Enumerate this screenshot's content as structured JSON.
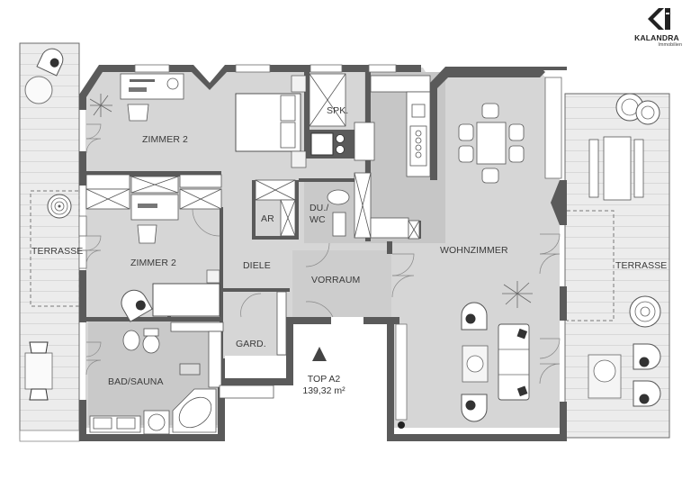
{
  "brand": {
    "name": "KALANDRA",
    "subtitle": "Immobilien"
  },
  "unit": {
    "name": "TOP A2",
    "area": "139,32 m²"
  },
  "rooms": {
    "zimmer_top": "ZIMMER 2",
    "zimmer_mid": "ZIMMER 2",
    "spk": "SPK.",
    "du_wc_line1": "DU./",
    "du_wc_line2": "WC",
    "ar": "AR",
    "diele": "DIELE",
    "vorraum": "VORRAUM",
    "gard": "GARD.",
    "bad_sauna": "BAD/SAUNA",
    "wohnzimmer": "WOHNZIMMER",
    "terrasse_left": "TERRASSE",
    "terrasse_right": "TERRASSE"
  },
  "colors": {
    "wall": "#5a5a5a",
    "floor_interior": "#d6d6d6",
    "floor_wet": "#c8c8c8",
    "terrace": "#ebebeb",
    "furniture": "#ffffff",
    "text": "#3a3a3a"
  },
  "icons": [
    "entrance-triangle-icon",
    "kalandra-logo-icon",
    "plant-icon",
    "bed-icon",
    "desk-icon",
    "chair-icon",
    "sofa-icon",
    "armchair-icon",
    "dining-table-icon",
    "bathtub-icon",
    "toilet-icon",
    "sink-icon",
    "stove-icon"
  ]
}
